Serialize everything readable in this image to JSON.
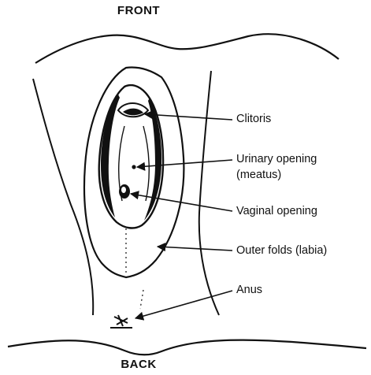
{
  "orientation": {
    "top": "FRONT",
    "bottom": "BACK"
  },
  "labels": {
    "clitoris": "Clitoris",
    "urinary_line1": "Urinary opening",
    "urinary_line2": "(meatus)",
    "vaginal": "Vaginal opening",
    "outer_folds": "Outer folds (labia)",
    "anus": "Anus"
  },
  "colors": {
    "ink": "#111111",
    "background": "#ffffff"
  }
}
